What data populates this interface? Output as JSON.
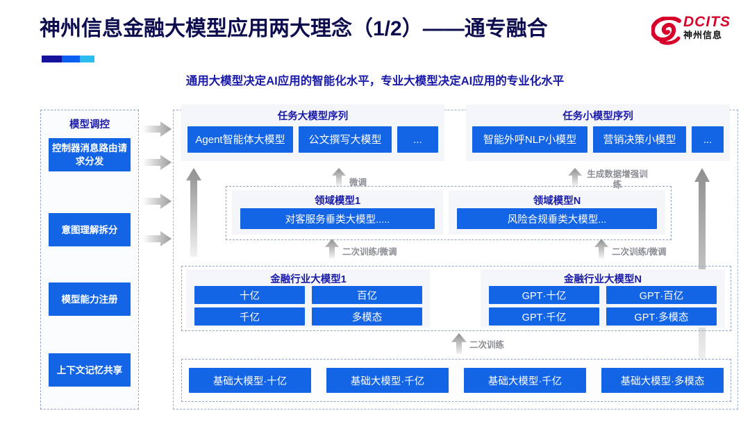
{
  "header": {
    "title": "神州信息金融大模型应用两大理念（1/2）——通专融合",
    "subtitle": "通用大模型决定AI应用的智能化水平，专业大模型决定AI应用的专业化水平",
    "logo": {
      "en": "DCITS",
      "cn": "神州信息",
      "mark": "dcits-swirl-icon",
      "color": "#d6002a"
    },
    "rule_colors": [
      "#15129c",
      "#0a5ff0",
      "#2bbdf0"
    ]
  },
  "theme": {
    "blue": "#1464e6",
    "title_navy": "#1a1aa8",
    "panel_gray": "#f4f6fa",
    "dash_border": "#8fa4c8",
    "arrow_gray": "#9b9b9b"
  },
  "control_panel": {
    "title": "模型调控",
    "items": [
      {
        "label": "控制器消息路由请求分发"
      },
      {
        "label": "意图理解拆分"
      },
      {
        "label": "模型能力注册"
      },
      {
        "label": "上下文记忆共享"
      }
    ]
  },
  "task_sequences": [
    {
      "title": "任务大模型序列",
      "chips": [
        "Agent智能体大模型",
        "公文撰写大模型",
        "..."
      ]
    },
    {
      "title": "任务小模型序列",
      "chips": [
        "智能外呼NLP小模型",
        "营销决策小模型",
        "..."
      ]
    }
  ],
  "domain_models": [
    {
      "title": "领域模型1",
      "chip": "对客服务垂类大模型....."
    },
    {
      "title": "领域模型N",
      "chip": "风险合规垂类大模型..."
    }
  ],
  "industry_models": [
    {
      "title": "金融行业大模型1",
      "cells": [
        "十亿",
        "百亿",
        "千亿",
        "多模态"
      ]
    },
    {
      "title": "金融行业大模型N",
      "cells": [
        "GPT·十亿",
        "GPT·百亿",
        "GPT·千亿",
        "GPT·多模态"
      ]
    }
  ],
  "foundation_models": {
    "cells": [
      "基础大模型·十亿",
      "基础大模型·千亿",
      "基础大模型·千亿",
      "基础大模型·多模态"
    ]
  },
  "arrow_captions": {
    "fine_tune": "微调",
    "data_augment": "生成数据增强训练",
    "retrain_tune_1": "二次训练/微调",
    "retrain_tune_2": "二次训练/微调",
    "retrain": "二次训练"
  }
}
